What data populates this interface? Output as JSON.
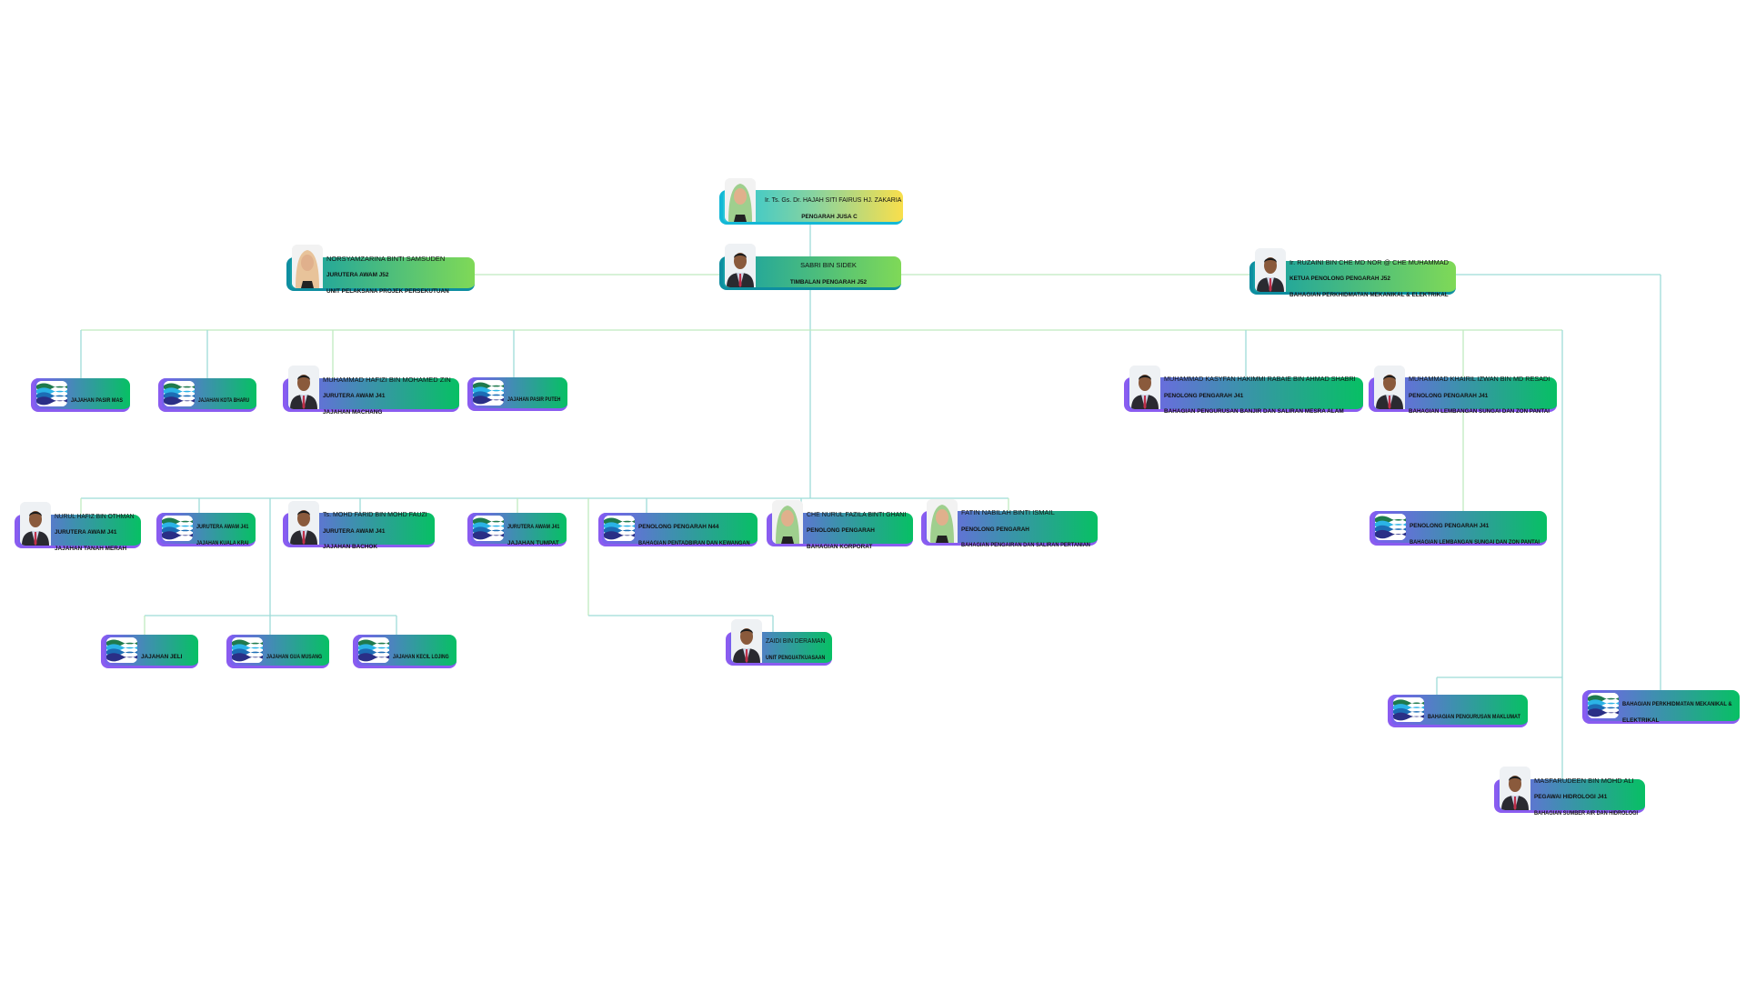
{
  "chart_title": "",
  "colors": {
    "line": "#9edcd8",
    "line_alt": "#bfeabf",
    "lead_start": "#139ea6",
    "lead_end": "#7fd957",
    "staff_start": "#7a5ff0",
    "staff_end": "#07c064",
    "top_end": "#f9df4c"
  },
  "nodes": [
    {
      "type": "person",
      "style": "top",
      "name": "Ir. Ts. Gs. Dr. HAJAH SITI FAIRUS HJ. ZAKARIA",
      "lines": [
        "PENGARAH JUSA C"
      ],
      "photo": "woman-green-hijab"
    },
    {
      "type": "person",
      "style": "lead",
      "name": "NORSYAMZARINA BINTI SAMSUDEN",
      "lines": [
        "JURUTERA AWAM J52",
        "UNIT PELAKSANA PROJEK PERSEKUTUAN"
      ],
      "photo": "woman-beige-hijab"
    },
    {
      "type": "person",
      "style": "lead",
      "name": "SABRI BIN SIDEK",
      "lines": [
        "TIMBALAN PENGARAH J52"
      ],
      "photo": "man"
    },
    {
      "type": "person",
      "style": "lead",
      "name": "Ir. RUZAINI BIN CHE MD NOR @ CHE MUHAMMAD",
      "lines": [
        "KETUA PENOLONG PENGARAH J52",
        "BAHAGIAN PERKHIDMATAN MEKANIKAL & ELEKTRIKAL"
      ],
      "photo": "man"
    },
    {
      "type": "unit",
      "style": "staff",
      "name": "",
      "lines": [
        "JAJAHAN PASIR MAS"
      ]
    },
    {
      "type": "unit",
      "style": "staff",
      "name": "",
      "lines": [
        "JAJAHAN KOTA BHARU"
      ]
    },
    {
      "type": "person",
      "style": "staff",
      "name": "MUHAMMAD HAFIZI BIN MOHAMED ZIN",
      "lines": [
        "JURUTERA AWAM J41",
        "JAJAHAN MACHANG"
      ],
      "photo": "man"
    },
    {
      "type": "unit",
      "style": "staff",
      "name": "",
      "lines": [
        "JAJAHAN PASIR PUTEH"
      ]
    },
    {
      "type": "person",
      "style": "staff",
      "name": "MUHAMMAD KASYFAN HAKIMMI RABAIE BIN AHMAD SHABRI",
      "lines": [
        "PENOLONG PENGARAH J41",
        "BAHAGIAN PENGURUSAN BANJIR DAN SALIRAN MESRA ALAM"
      ],
      "photo": "man"
    },
    {
      "type": "person",
      "style": "staff",
      "name": "MUHAMMAD KHAIRIL IZWAN BIN MD RESADI",
      "lines": [
        "PENOLONG PENGARAH J41",
        "BAHAGIAN LEMBANGAN SUNGAI DAN ZON PANTAI"
      ],
      "photo": "man"
    },
    {
      "type": "person",
      "style": "staff",
      "name": "NURUL HAFIZ BIN OTHMAN",
      "lines": [
        "JURUTERA AWAM J41",
        "JAJAHAN TANAH MERAH"
      ],
      "photo": "man"
    },
    {
      "type": "unit",
      "style": "staff",
      "name": "",
      "lines": [
        "JURUTERA AWAM J41",
        "JAJAHAN KUALA KRAI"
      ]
    },
    {
      "type": "person",
      "style": "staff",
      "name": "Ts. MOHD FARID BIN MOHD FAUZI",
      "lines": [
        "JURUTERA AWAM J41",
        "JAJAHAN BACHOK"
      ],
      "photo": "man"
    },
    {
      "type": "unit",
      "style": "staff",
      "name": "",
      "lines": [
        "JURUTERA AWAM J41",
        "JAJAHAN TUMPAT"
      ]
    },
    {
      "type": "unit",
      "style": "staff",
      "name": "",
      "lines": [
        "PENOLONG PENGARAH N44",
        "BAHAGIAN PENTADBIRAN DAN KEWANGAN"
      ]
    },
    {
      "type": "person",
      "style": "staff",
      "name": "CHE NURUL FAZILA BINTI GHANI",
      "lines": [
        "PENOLONG PENGARAH",
        "BAHAGIAN KORPORAT"
      ],
      "photo": "woman-green-hijab"
    },
    {
      "type": "person",
      "style": "staff",
      "name": "FATIN NABILAH BINTI ISMAIL",
      "lines": [
        "PENOLONG PENGARAH",
        "BAHAGIAN PENGAIRAN DAN SALIRAN PERTANIAN"
      ],
      "photo": "woman-green-hijab"
    },
    {
      "type": "unit",
      "style": "staff",
      "name": "",
      "lines": [
        "PENOLONG PENGARAH J41",
        "BAHAGIAN LEMBANGAN SUNGAI DAN ZON PANTAI"
      ]
    },
    {
      "type": "unit",
      "style": "staff",
      "name": "",
      "lines": [
        "JAJAHAN JELI"
      ]
    },
    {
      "type": "unit",
      "style": "staff",
      "name": "",
      "lines": [
        "JAJAHAN GUA MUSANG"
      ]
    },
    {
      "type": "unit",
      "style": "staff",
      "name": "",
      "lines": [
        "JAJAHAN KECIL LOJING"
      ]
    },
    {
      "type": "person",
      "style": "staff",
      "name": "ZAIDI BIN DERAMAN",
      "lines": [
        "UNIT PENGUATKUASAAN"
      ],
      "photo": "man"
    },
    {
      "type": "unit",
      "style": "staff",
      "name": "",
      "lines": [
        "BAHAGIAN PENGURUSAN MAKLUMAT"
      ]
    },
    {
      "type": "unit",
      "style": "staff",
      "name": "",
      "lines": [
        "BAHAGIAN PERKHIDMATAN MEKANIKAL &",
        "ELEKTRIKAL"
      ]
    },
    {
      "type": "person",
      "style": "staff",
      "name": "MASFARUDEEN BIN MOHD ALI",
      "lines": [
        "PEGAWAI HIDROLOGI J41",
        "BAHAGIAN SUMBER AIR DAN HIDROLOGI"
      ],
      "photo": "man"
    }
  ]
}
